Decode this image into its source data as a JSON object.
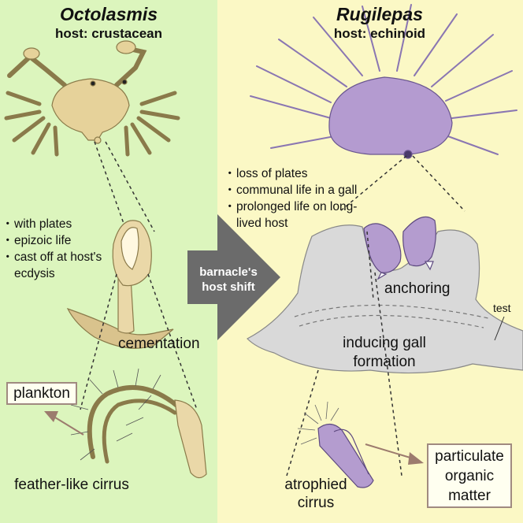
{
  "left": {
    "title": "Octolasmis",
    "host": "host: crustacean",
    "traits": [
      "with plates",
      "epizoic life",
      "cast off at host's ecdysis"
    ],
    "cementation_label": "cementation",
    "plankton_label": "plankton",
    "cirrus_label": "feather-like cirrus"
  },
  "right": {
    "title": "Rugilepas",
    "host": "host: echinoid",
    "traits": [
      "loss of plates",
      "communal life in a gall",
      "prolonged life on long-lived host"
    ],
    "anchoring_label": "anchoring",
    "test_label": "test",
    "gall_label": "inducing gall formation",
    "cirrus_label": "atrophied cirrus",
    "food_label": "particulate organic matter"
  },
  "center": {
    "shift_label": "barnacle's host shift"
  },
  "colors": {
    "left_bg": "#dcf5bd",
    "right_bg": "#fbf8c5",
    "crab": "#e6d29a",
    "urchin": "#b49bd0",
    "barnacle_purple": "#b49ccf",
    "gall": "#d9d9d9",
    "arrow": "#6b6b6b",
    "label_border": "#a08a80"
  }
}
